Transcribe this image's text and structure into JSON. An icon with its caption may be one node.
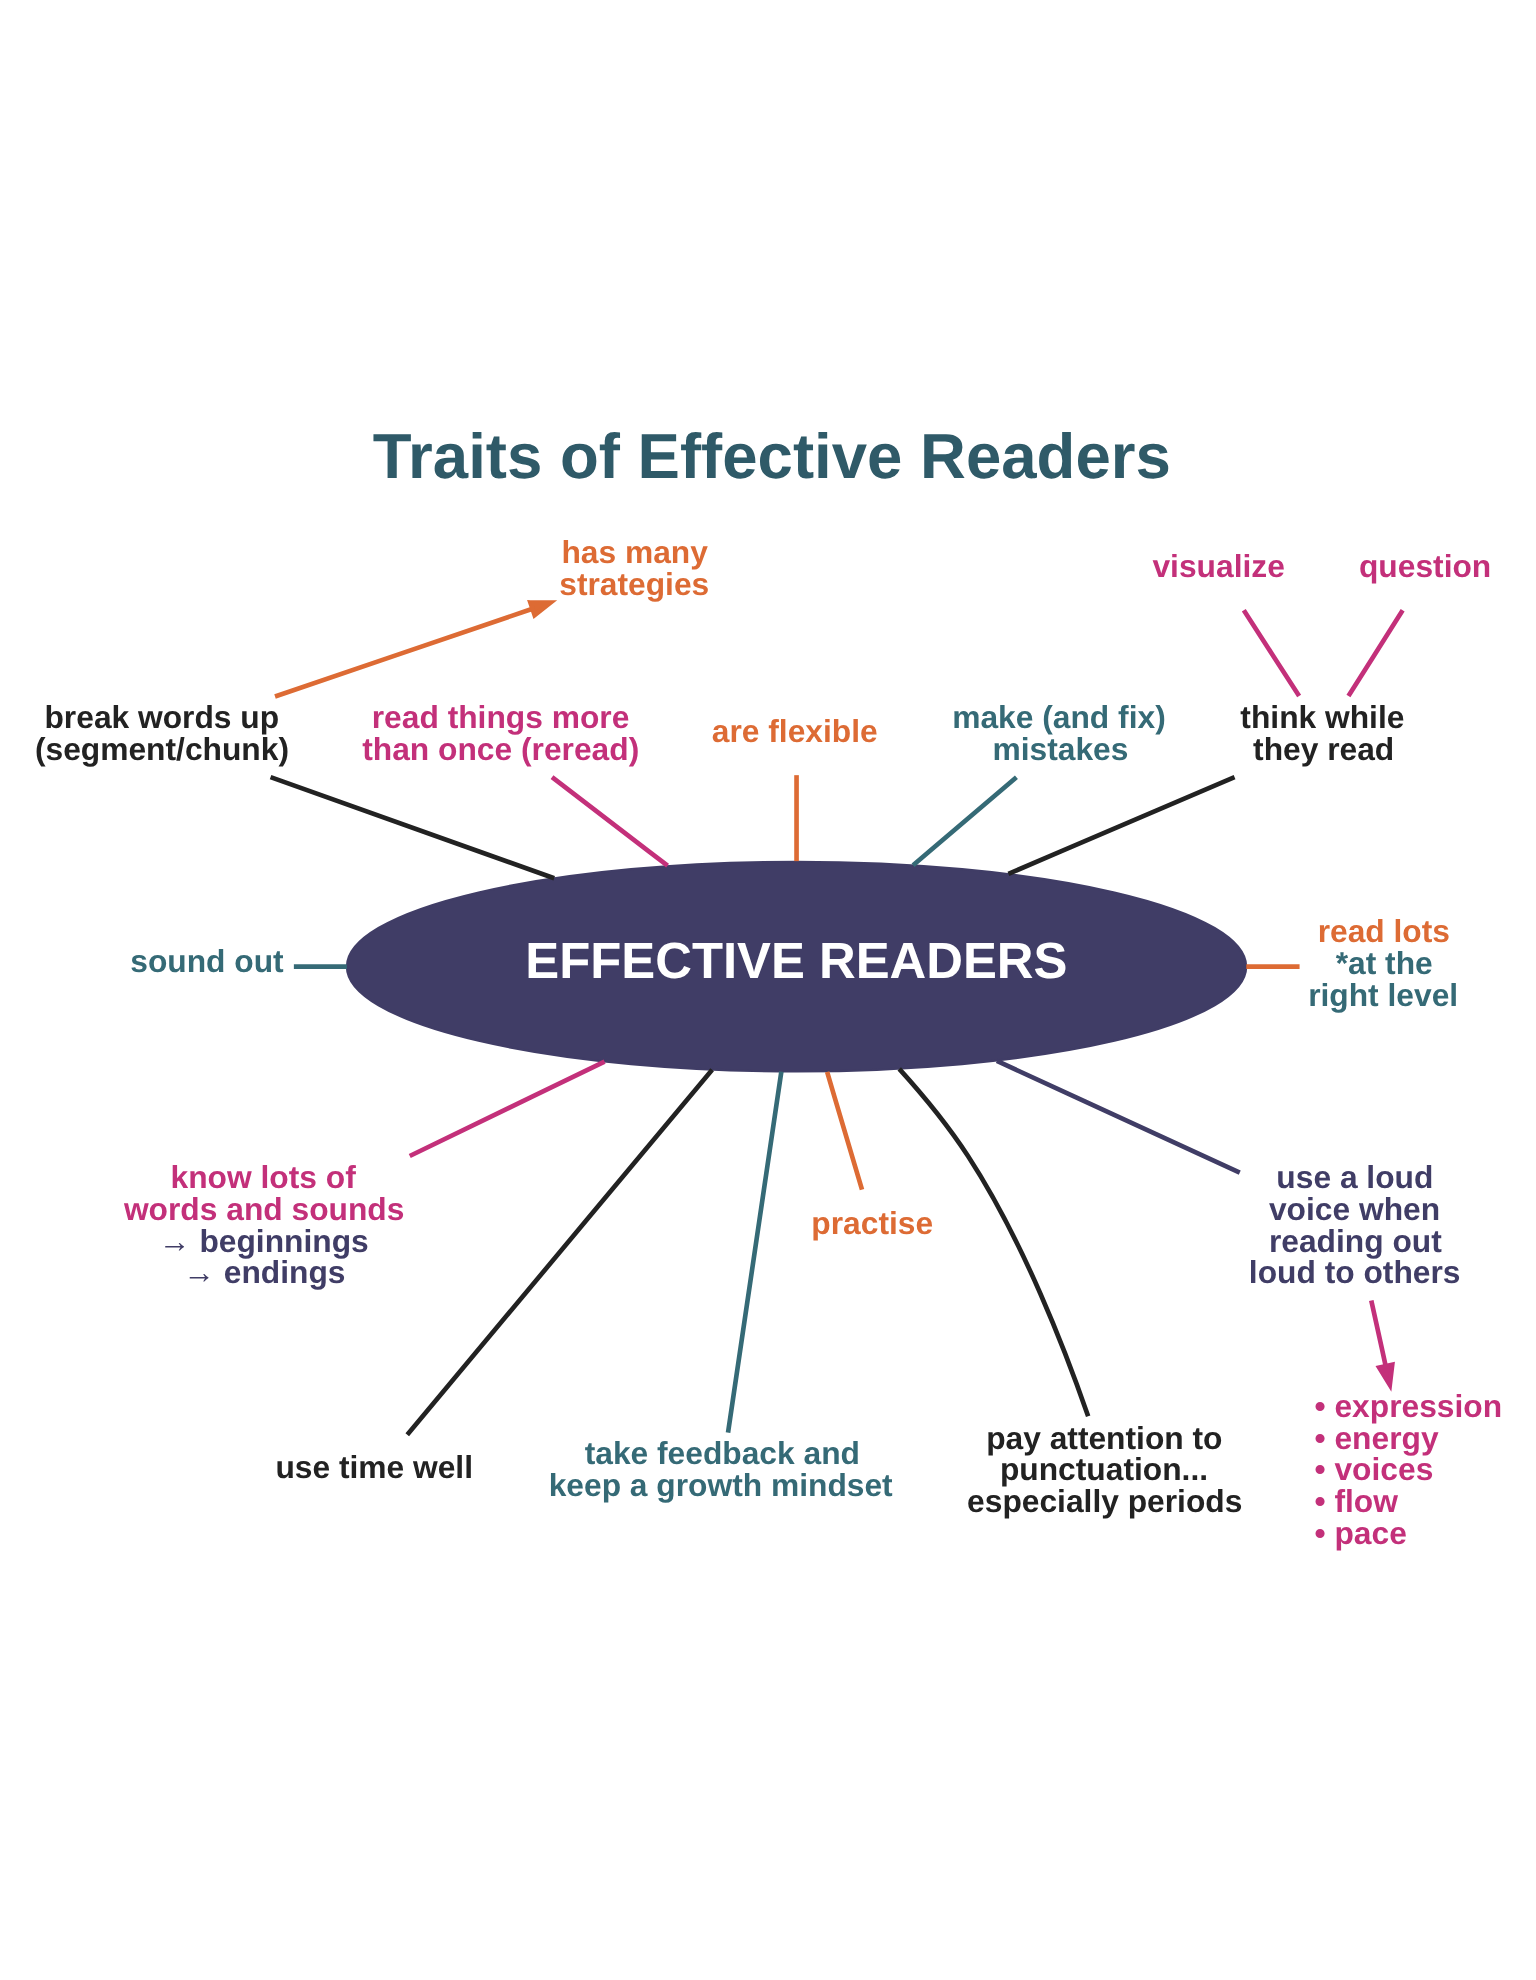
{
  "diagram": {
    "title": "Traits of Effective Readers",
    "nodes": [
      {
        "text": [
          "has many strategies"
        ]
      },
      {
        "text": [
          "make (and fix) mistakes"
        ]
      },
      {
        "text": [
          "are flexible"
        ]
      },
      {
        "text": [
          "break words up (segment/chunk)"
        ]
      },
      {
        "text": [
          "visualize"
        ]
      },
      {
        "text": [
          "question"
        ]
      },
      {
        "text": [
          "read things more than once (reread)"
        ]
      },
      {
        "text": [
          "think while they read"
        ]
      },
      {
        "text": [
          "read lots",
          "*at the right level"
        ]
      },
      {
        "text": [
          "sound out"
        ]
      },
      {
        "text": [
          "EFFECTIVE READERS"
        ]
      },
      {
        "text": [
          "know lots of words and sounds",
          "→ beginnings",
          "→ endings"
        ]
      },
      {
        "text": [
          "practise"
        ]
      },
      {
        "text": [
          "use a loud voice when reading out loud to others"
        ]
      },
      {
        "text": [
          "pay attention to punctuation... especially periods"
        ]
      },
      {
        "text": [
          "use time well"
        ]
      },
      {
        "text": [
          "• expression",
          "• energy",
          "• voices",
          "• flow",
          "• pace"
        ]
      },
      {
        "text": [
          "take feedback and keep a growth mindset"
        ]
      }
    ],
    "edges": [
      {
        "from": 3,
        "to": 0,
        "arrow": "to",
        "color": "#dd6b34"
      },
      {
        "from": 3,
        "to": 10,
        "arrow": "none",
        "color": "#222222"
      },
      {
        "from": 6,
        "to": 10,
        "arrow": "none",
        "color": "#c3307a"
      },
      {
        "from": 2,
        "to": 10,
        "arrow": "none",
        "color": "#dd6b34"
      },
      {
        "from": 1,
        "to": 10,
        "arrow": "none",
        "color": "#356a76"
      },
      {
        "from": 4,
        "to": 7,
        "arrow": "none",
        "color": "#c3307a"
      },
      {
        "from": 5,
        "to": 7,
        "arrow": "none",
        "color": "#c3307a"
      },
      {
        "from": 7,
        "to": 10,
        "arrow": "none",
        "color": "#222222"
      },
      {
        "from": 9,
        "to": 10,
        "arrow": "none",
        "color": "#356a76"
      },
      {
        "from": 10,
        "to": 8,
        "arrow": "none",
        "color": "#dd6b34"
      },
      {
        "from": 10,
        "to": 11,
        "arrow": "none",
        "color": "#c3307a"
      },
      {
        "from": 10,
        "to": 15,
        "arrow": "none",
        "color": "#222222"
      },
      {
        "from": 10,
        "to": 17,
        "arrow": "none",
        "color": "#356a76"
      },
      {
        "from": 10,
        "to": 12,
        "arrow": "none",
        "color": "#dd6b34"
      },
      {
        "from": 10,
        "to": 14,
        "arrow": "none",
        "color": "#222222"
      },
      {
        "from": 10,
        "to": 13,
        "arrow": "none",
        "color": "#403d66"
      },
      {
        "from": 13,
        "to": 16,
        "arrow": "to",
        "color": "#c3307a"
      }
    ]
  }
}
